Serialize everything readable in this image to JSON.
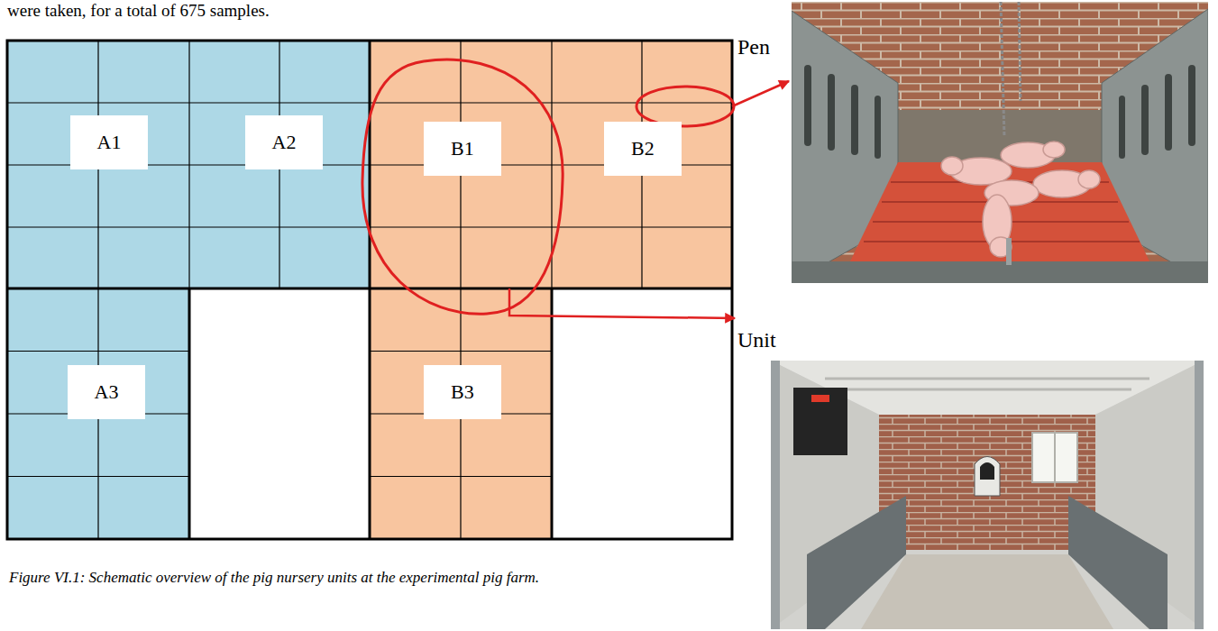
{
  "diagram": {
    "caption": "Figure VI.1: Schematic overview of the pig nursery units at the experimental pig farm.",
    "nodes": [
      {
        "text": [
          "A1"
        ]
      },
      {
        "text": [
          "A2"
        ]
      },
      {
        "text": [
          "B1"
        ]
      },
      {
        "text": [
          "B2"
        ]
      },
      {
        "text": [
          "A3"
        ]
      },
      {
        "text": [
          "B3"
        ]
      },
      {
        "text": [
          "Pen"
        ]
      },
      {
        "text": [
          "Unit"
        ]
      }
    ],
    "edges": [
      {
        "from": 3,
        "to": 6,
        "arrow": "to"
      },
      {
        "from": 2,
        "to": 7,
        "arrow": "to"
      }
    ],
    "labels": [
      "were taken, for a total of 675 samples."
    ]
  }
}
